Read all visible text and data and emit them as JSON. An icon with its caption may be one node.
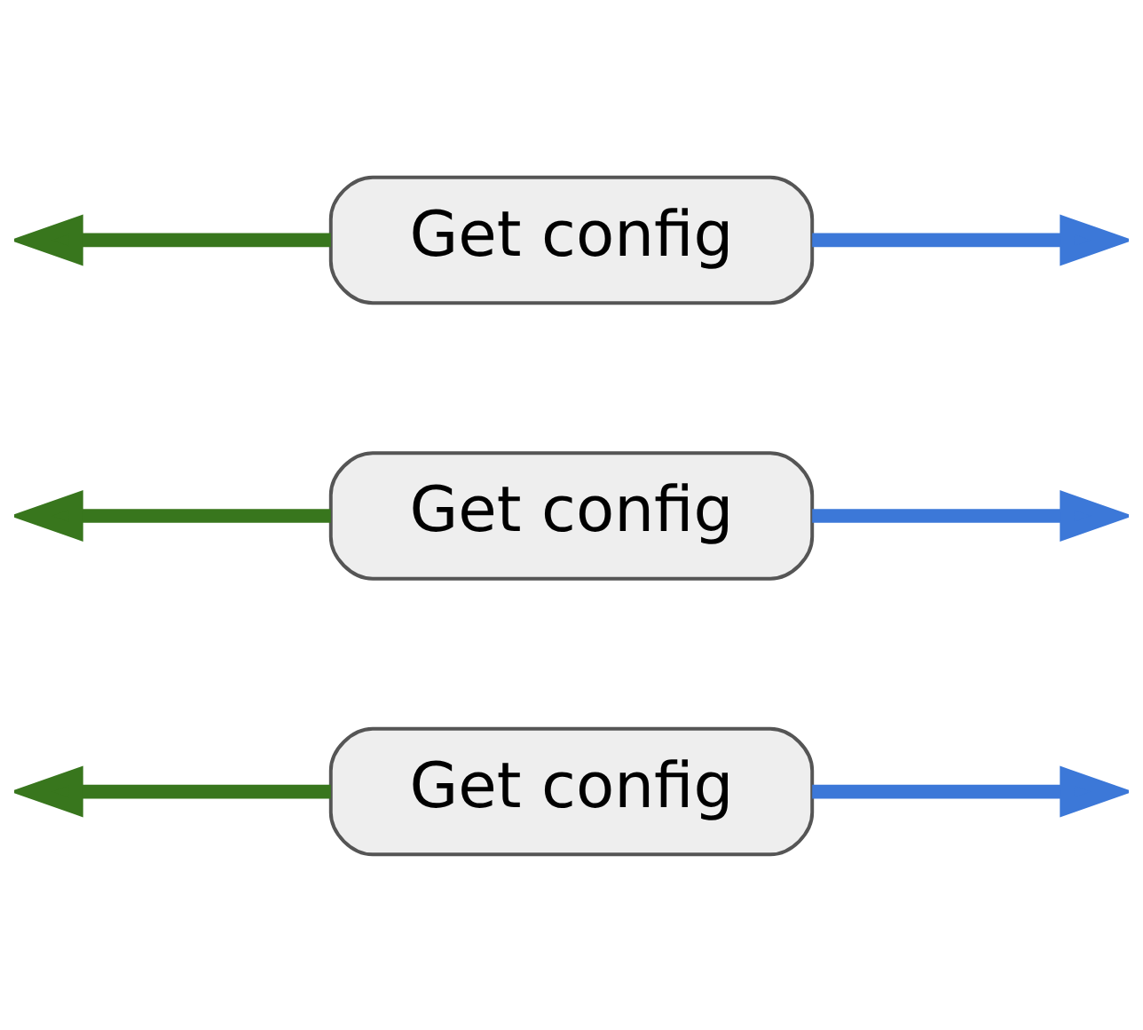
{
  "diagram": {
    "nodes": [
      {
        "text": [
          "Get config"
        ]
      },
      {
        "text": [
          "Get config"
        ]
      },
      {
        "text": [
          "Get config"
        ]
      }
    ],
    "edges": [
      {
        "from": 0,
        "to": null,
        "arrow": "to",
        "color": "#38761d"
      },
      {
        "from": 0,
        "to": null,
        "arrow": "to",
        "color": "#3c78d8"
      },
      {
        "from": 1,
        "to": null,
        "arrow": "to",
        "color": "#38761d"
      },
      {
        "from": 1,
        "to": null,
        "arrow": "to",
        "color": "#3c78d8"
      },
      {
        "from": 2,
        "to": null,
        "arrow": "to",
        "color": "#38761d"
      },
      {
        "from": 2,
        "to": null,
        "arrow": "to",
        "color": "#3c78d8"
      }
    ]
  }
}
